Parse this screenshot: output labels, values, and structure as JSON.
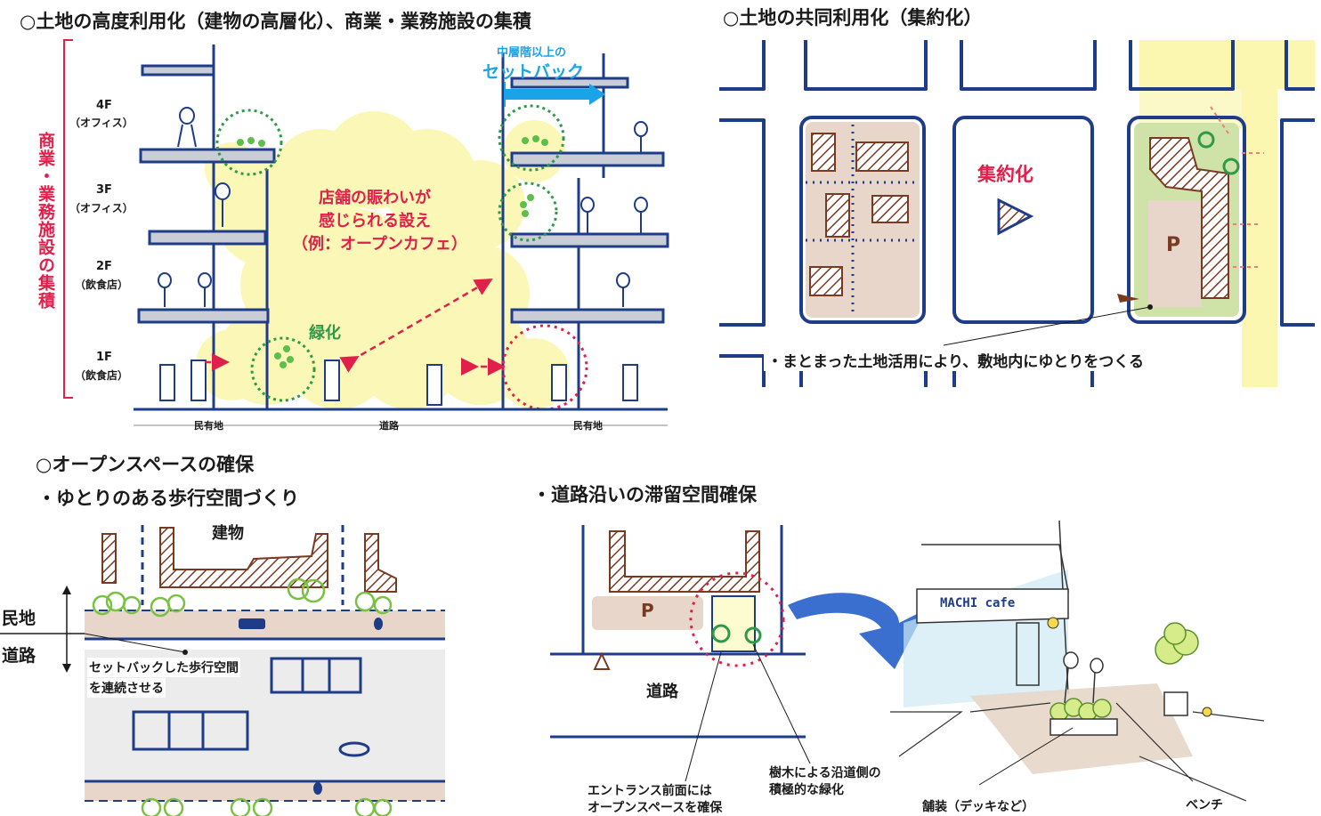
{
  "headings": {
    "top_left": "○土地の高度利用化（建物の高層化）、商業・業務施設の集積",
    "top_right": "○土地の共同利用化（集約化）",
    "open_space": "○オープンスペースの確保",
    "walkway": "・ゆとりのある歩行空間づくり",
    "roadside": "・道路沿いの滞留空間確保"
  },
  "panel1": {
    "side_label": "商業・業務施設の集積",
    "floors": [
      {
        "floor": "4F",
        "use": "（オフィス）"
      },
      {
        "floor": "3F",
        "use": "（オフィス）"
      },
      {
        "floor": "2F",
        "use": "（飲食店）"
      },
      {
        "floor": "1F",
        "use": "（飲食店）"
      }
    ],
    "setback_small": "中層階以上の",
    "setback_large": "セットバック",
    "lively_line1": "店舗の賑わいが",
    "lively_line2": "感じられる設え",
    "lively_line3": "（例：オープンカフェ）",
    "greening": "緑化",
    "ground_left": "民有地",
    "ground_center": "道路",
    "ground_right": "民有地"
  },
  "panel2": {
    "consolidation": "集約化",
    "parking": "P",
    "caption": "・まとまった土地活用により、敷地内にゆとりをつくる"
  },
  "panel3": {
    "building": "建物",
    "private_land": "民地",
    "road": "道路",
    "note_line1": "セットバックした歩行空間",
    "note_line2": "を連続させる"
  },
  "panel4": {
    "parking": "P",
    "road": "道路",
    "entrance_line1": "エントランス前面には",
    "entrance_line2": "オープンスペースを確保",
    "trees_line1": "樹木による沿道側の",
    "trees_line2": "積極的な緑化"
  },
  "panel5": {
    "sign": "MACHI cafe",
    "paving": "舗装（デッキなど）",
    "bench": "ベンチ"
  },
  "colors": {
    "navy": "#1f3c88",
    "brown": "#7a3a22",
    "pink": "#e0204a",
    "green": "#2e9a48",
    "cyan": "#1aa3e8",
    "yellow": "#fbf7b0",
    "tan": "#e7d6c9",
    "grey": "#ececec"
  }
}
